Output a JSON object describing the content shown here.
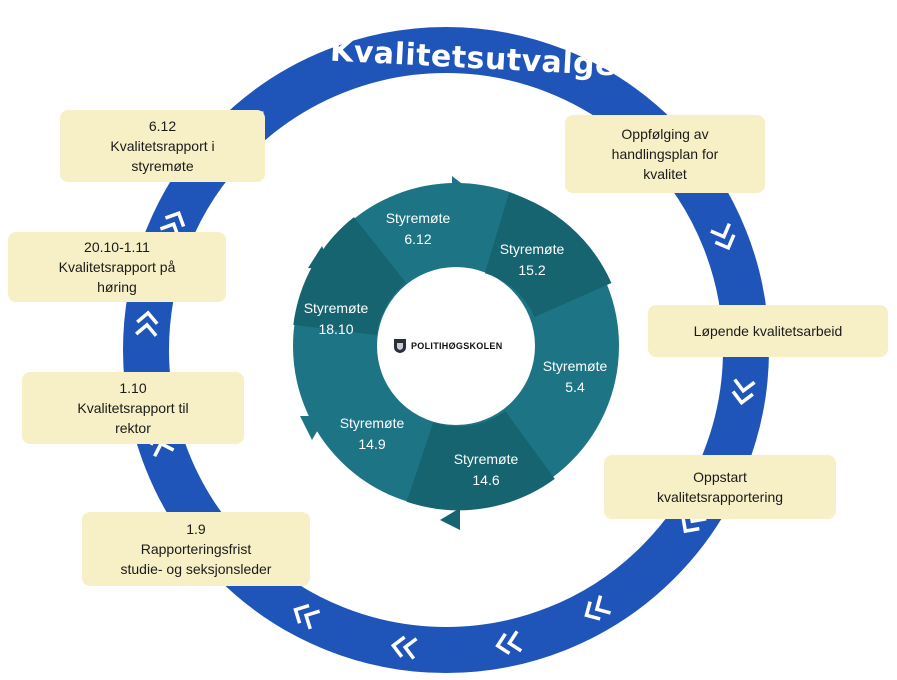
{
  "title": "Kvalitetsutvalget",
  "outer_boxes": [
    {
      "date": "6.12",
      "text": "Kvalitetsrapport i\nstyremøte"
    },
    {
      "date": "",
      "text": "Oppfølging av\nhandlingsplan for\nkvalitet"
    },
    {
      "date": "20.10-1.11",
      "text": "Kvalitetsrapport på\nhøring"
    },
    {
      "date": "",
      "text": "Løpende kvalitetsarbeid"
    },
    {
      "date": "1.10",
      "text": "Kvalitetsrapport til\nrektor"
    },
    {
      "date": "",
      "text": "Oppstart\nkvalitetsrapportering"
    },
    {
      "date": "1.9",
      "text": "Rapporteringsfrist\nstudie- og seksjonsleder"
    }
  ],
  "inner_meetings": [
    {
      "label": "Styremøte",
      "date": "6.12"
    },
    {
      "label": "Styremøte",
      "date": "15.2"
    },
    {
      "label": "Styremøte",
      "date": "5.4"
    },
    {
      "label": "Styremøte",
      "date": "14.6"
    },
    {
      "label": "Styremøte",
      "date": "14.9"
    },
    {
      "label": "Styremøte",
      "date": "18.10"
    }
  ],
  "logo_text": "POLITIHØGSKOLEN",
  "colors": {
    "outer_ring": "#1f55b8",
    "inner_ring": "#1d7484",
    "inner_ring_dark": "#14616e",
    "box_fill": "#f7f0c6",
    "chevron": "#ffffff"
  }
}
